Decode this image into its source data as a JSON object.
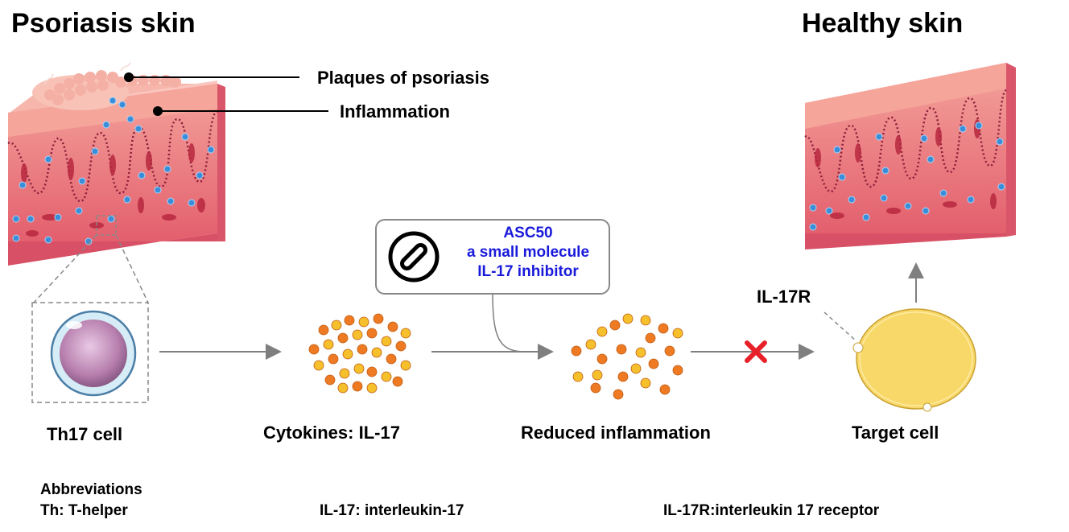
{
  "titles": {
    "left": "Psoriasis skin",
    "right": "Healthy skin"
  },
  "callouts": {
    "plaques": "Plaques of psoriasis",
    "inflammation": "Inflammation"
  },
  "drug_box": {
    "line1": "ASC50",
    "line2": "a small molecule",
    "line3": "IL-17 inhibitor",
    "icon": "pill-icon",
    "color": "#1a1adb"
  },
  "receptor_label": "IL-17R",
  "steps": [
    {
      "label": "Th17 cell"
    },
    {
      "label": "Cytokines: IL-17"
    },
    {
      "label": "Reduced inflammation"
    },
    {
      "label": "Target cell"
    }
  ],
  "blocked_icon": "red-x-icon",
  "abbreviations": {
    "heading": "Abbreviations",
    "items": [
      "Th: T-helper",
      "IL-17: interleukin-17",
      "IL-17R:interleukin 17 receptor"
    ]
  },
  "colors": {
    "skin_top": "#f7a8a0",
    "skin_dermis": "#e46a72",
    "cytokine_orange": "#ee7b24",
    "cytokine_yellow": "#f5c02c",
    "target_cell": "#f9d86a",
    "arrow": "#7f7f7f",
    "block_x": "#e8202a"
  }
}
